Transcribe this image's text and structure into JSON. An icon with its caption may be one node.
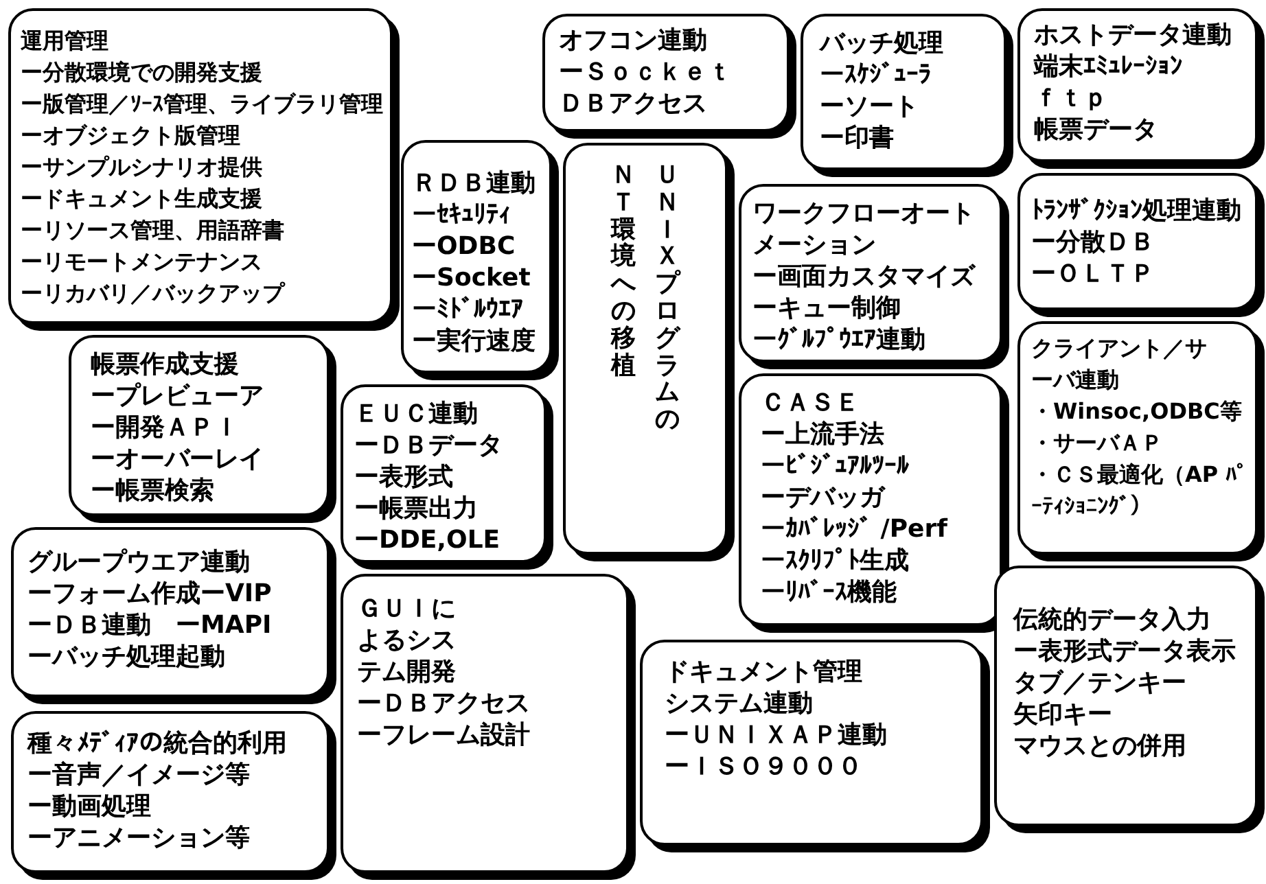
{
  "diagram": {
    "nodes": [
      {
        "text": [
          "運用管理",
          "ー分散環境での開発支援",
          "ー版管理／ｿｰｽ管理、ライブラリ管理",
          "ーオブジェクト版管理",
          "ーサンプルシナリオ提供",
          "ードキュメント生成支援",
          "ーリソース管理、用語辞書",
          "ーリモートメンテナンス",
          "ーリカバリ／バックアップ"
        ]
      },
      {
        "text": [
          "オフコン連動",
          "ーＳｏｃｋｅｔ",
          "ＤＢアクセス"
        ]
      },
      {
        "text": [
          "バッチ処理",
          "ーｽｹｼﾞｭｰﾗ",
          "ーソート",
          "ー印書"
        ]
      },
      {
        "text": [
          "ホストデータ連動",
          "端末ｴﾐｭﾚｰｼｮﾝ",
          "ｆｔｐ",
          "帳票データ"
        ]
      },
      {
        "text": [
          "ＲＤＢ連動",
          "ーｾｷｭﾘﾃｨ",
          "ーODBC",
          "ーSocket",
          "ーﾐﾄﾞﾙｳｴｱ",
          "ー実行速度"
        ]
      },
      {
        "text": [
          "ﾄﾗﾝｻﾞｸｼｮﾝ処理連動",
          "ー分散ＤＢ",
          "ーＯＬＴＰ"
        ]
      },
      {
        "text": [
          "ＮＴ環境への移植",
          "ＵＮＩＸプログラムの"
        ]
      },
      {
        "text": [
          "ワークフローオートメーション",
          "ー画面カスタマイズ",
          "ーキュー制御",
          "ーｸﾞﾙﾌﾟｳｴｱ連動"
        ]
      },
      {
        "text": [
          "帳票作成支援",
          "ープレビューア",
          "ー開発ＡＰＩ",
          "ーオーバーレイ",
          "ー帳票検索"
        ]
      },
      {
        "text": [
          "クライアント／サーバ連動",
          "・Winsoc,ODBC等",
          "・サーバＡＰ",
          "・ＣＳ最適化（AP ﾊﾟｰﾃｨｼｮﾆﾝｸﾞ）"
        ]
      },
      {
        "text": [
          "ＥＵＣ連動",
          "ーＤＢデータ",
          "ー表形式",
          "ー帳票出力",
          "ーDDE,OLE"
        ]
      },
      {
        "text": [
          "グループウエア連動",
          "ーフォーム作成ーVIP",
          "ーＤＢ連動　ーMAPI",
          "ーバッチ処理起動"
        ]
      },
      {
        "text": [
          "ＣＡＳＥ",
          "ー上流手法",
          "ーﾋﾞｼﾞｭｱﾙﾂｰﾙ",
          "ーデバッガ",
          "ーｶﾊﾞﾚｯｼﾞ /Perf",
          "ーｽｸﾘﾌﾟﾄ生成",
          "ーﾘﾊﾞｰｽ機能"
        ]
      },
      {
        "text": [
          "ＧＵＩによるシステム開発",
          "ーＤＢアクセス",
          "ーフレーム設計"
        ]
      },
      {
        "text": [
          "伝統的データ入力",
          "ー表形式データ表示",
          "タブ／テンキー",
          "矢印キー",
          "マウスとの併用"
        ]
      },
      {
        "text": [
          "ドキュメント管理システム連動",
          "ーＵＮＩＸＡＰ連動",
          "ーＩＳＯ９０００"
        ]
      },
      {
        "text": [
          "種々ﾒﾃﾞｨｱの統合的利用",
          "ー音声／イメージ等",
          "ー動画処理",
          "ーアニメーション等"
        ]
      }
    ]
  }
}
